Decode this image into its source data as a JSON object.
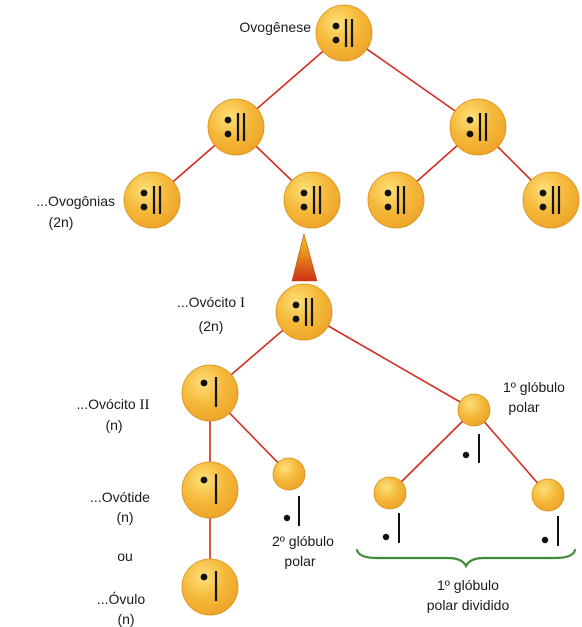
{
  "title": "Ovogênese",
  "labels": {
    "ovogonias_name": "...Ovogônias",
    "ovogonias_ploidy": "(2n)",
    "ovocito1_name": "...Ovócito",
    "ovocito1_roman": "I",
    "ovocito1_ploidy": "(2n)",
    "ovocito2_name": "...Ovócito",
    "ovocito2_roman": "II",
    "ovocito2_ploidy": "(n)",
    "ovotide_name": "...Ovótide",
    "ovotide_ploidy": "(n)",
    "ou": "ou",
    "ovulo_name": "...Óvulo",
    "ovulo_ploidy": "(n)",
    "first_polar_line1": "1º glóbulo",
    "first_polar_line2": "polar",
    "second_polar_line1": "2º glóbulo",
    "second_polar_line2": "polar",
    "first_divided_line1": "1º glóbulo",
    "first_divided_line2": "polar dividido"
  },
  "colors": {
    "cell_fill": "#f5b93a",
    "cell_highlight": "#fde07a",
    "cell_edge": "#d99018",
    "connector": "#d42a1e",
    "brace": "#3f8b3a",
    "arrow_top": "#f2d21a",
    "arrow_bottom": "#d23018",
    "chromosome": "#111111"
  }
}
